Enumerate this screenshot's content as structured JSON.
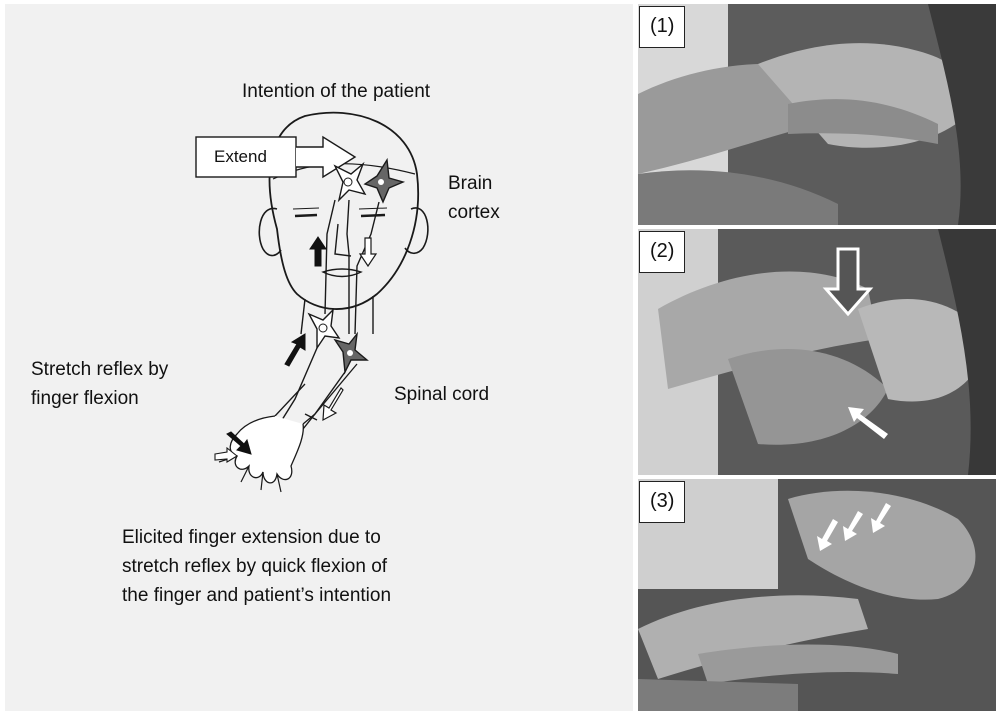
{
  "diagram": {
    "title": "Intention of the patient",
    "extend_label": "Extend",
    "brain_label_line1": "Brain",
    "brain_label_line2": "cortex",
    "spinal_label": "Spinal cord",
    "stretch_line1": "Stretch reflex by",
    "stretch_line2": "finger flexion",
    "caption_line1": "Elicited finger extension due to",
    "caption_line2": "stretch reflex by quick flexion of",
    "caption_line3": "the finger and patient’s intention"
  },
  "photos": [
    {
      "label": "(1)"
    },
    {
      "label": "(2)"
    },
    {
      "label": "(3)"
    }
  ],
  "colors": {
    "diagram_background": "#f1f1f1",
    "line_art": "#1a1a1a",
    "photo_tone": "#8a8a8a"
  }
}
